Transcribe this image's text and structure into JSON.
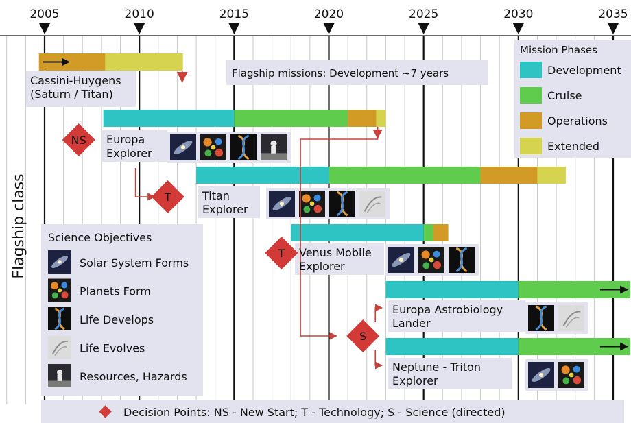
{
  "chart_data": {
    "type": "gantt",
    "y_axis_label": "Flagship class",
    "x_axis": {
      "range": [
        2003,
        2036
      ],
      "ticks": [
        2005,
        2010,
        2015,
        2020,
        2025,
        2030,
        2035
      ]
    },
    "grid": "yearly vertical lines",
    "phase_colors": {
      "Development": "#2ec4c4",
      "Cruise": "#5fcc4e",
      "Operations": "#d19b26",
      "Extended": "#d6d44e"
    },
    "legend": {
      "title": "Mission Phases",
      "placement": "top-right",
      "items": [
        "Development",
        "Cruise",
        "Operations",
        "Extended"
      ]
    },
    "note": "Flagship missions: Development ~7 years",
    "missions": [
      {
        "label_lines": [
          "Cassini-Huygens",
          "(Saturn / Titan)"
        ],
        "segments": [
          {
            "phase": "Operations",
            "start": 2004.7,
            "end": 2008.2
          },
          {
            "phase": "Extended",
            "start": 2008.2,
            "end": 2012.3
          }
        ],
        "arrow_left": true,
        "arrow_right": false,
        "objectives": []
      },
      {
        "label_lines": [
          "Europa",
          "Explorer"
        ],
        "segments": [
          {
            "phase": "Development",
            "start": 2008.1,
            "end": 2015.0
          },
          {
            "phase": "Cruise",
            "start": 2015.0,
            "end": 2021.0
          },
          {
            "phase": "Operations",
            "start": 2021.0,
            "end": 2022.5
          },
          {
            "phase": "Extended",
            "start": 2022.5,
            "end": 2023.0
          }
        ],
        "objectives": [
          "solar",
          "planets",
          "life-develops",
          "resources"
        ]
      },
      {
        "label_lines": [
          "Titan",
          "Explorer"
        ],
        "segments": [
          {
            "phase": "Development",
            "start": 2013.0,
            "end": 2020.0
          },
          {
            "phase": "Cruise",
            "start": 2020.0,
            "end": 2028.0
          },
          {
            "phase": "Operations",
            "start": 2028.0,
            "end": 2031.0
          },
          {
            "phase": "Extended",
            "start": 2031.0,
            "end": 2032.5
          }
        ],
        "objectives": [
          "solar",
          "planets",
          "life-develops",
          "life-evolves"
        ]
      },
      {
        "label_lines": [
          "Venus Mobile",
          "Explorer"
        ],
        "segments": [
          {
            "phase": "Development",
            "start": 2018.0,
            "end": 2025.0
          },
          {
            "phase": "Cruise",
            "start": 2025.0,
            "end": 2025.5
          },
          {
            "phase": "Operations",
            "start": 2025.5,
            "end": 2026.3
          }
        ],
        "objectives": [
          "solar",
          "planets",
          "life-develops"
        ]
      },
      {
        "label_lines": [
          "Europa Astrobiology",
          "Lander"
        ],
        "segments": [
          {
            "phase": "Development",
            "start": 2023.0,
            "end": 2030.0
          },
          {
            "phase": "Cruise",
            "start": 2030.0,
            "end": 2035.9
          }
        ],
        "arrow_right": true,
        "objectives": [
          "life-develops",
          "life-evolves"
        ]
      },
      {
        "label_lines": [
          "Neptune - Triton",
          "Explorer"
        ],
        "segments": [
          {
            "phase": "Development",
            "start": 2023.0,
            "end": 2030.0
          },
          {
            "phase": "Cruise",
            "start": 2030.0,
            "end": 2035.9
          }
        ],
        "arrow_right": true,
        "objectives": [
          "solar",
          "planets"
        ]
      }
    ],
    "decision_points": [
      {
        "code": "NS",
        "year": 2006.8,
        "mission": "Europa Explorer"
      },
      {
        "code": "T",
        "year": 2011.5,
        "mission": "Titan Explorer"
      },
      {
        "code": "T",
        "year": 2017.5,
        "mission": "Venus Mobile Explorer"
      },
      {
        "code": "S",
        "year": 2021.8,
        "mission": "Europa Astrobiology Lander / Neptune - Triton Explorer"
      }
    ],
    "science_objectives": {
      "title": "Science Objectives",
      "items": [
        {
          "key": "solar",
          "label": "Solar System Forms"
        },
        {
          "key": "planets",
          "label": "Planets Form"
        },
        {
          "key": "life-develops",
          "label": "Life Develops"
        },
        {
          "key": "life-evolves",
          "label": "Life Evolves"
        },
        {
          "key": "resources",
          "label": "Resources, Hazards"
        }
      ]
    },
    "footer_note": "Decision Points: NS - New Start; T - Technology; S - Science (directed)",
    "colors": {
      "decision_marker": "#d13a36",
      "connector": "#c8403a",
      "panel_bg": "#e3e3ef"
    }
  }
}
